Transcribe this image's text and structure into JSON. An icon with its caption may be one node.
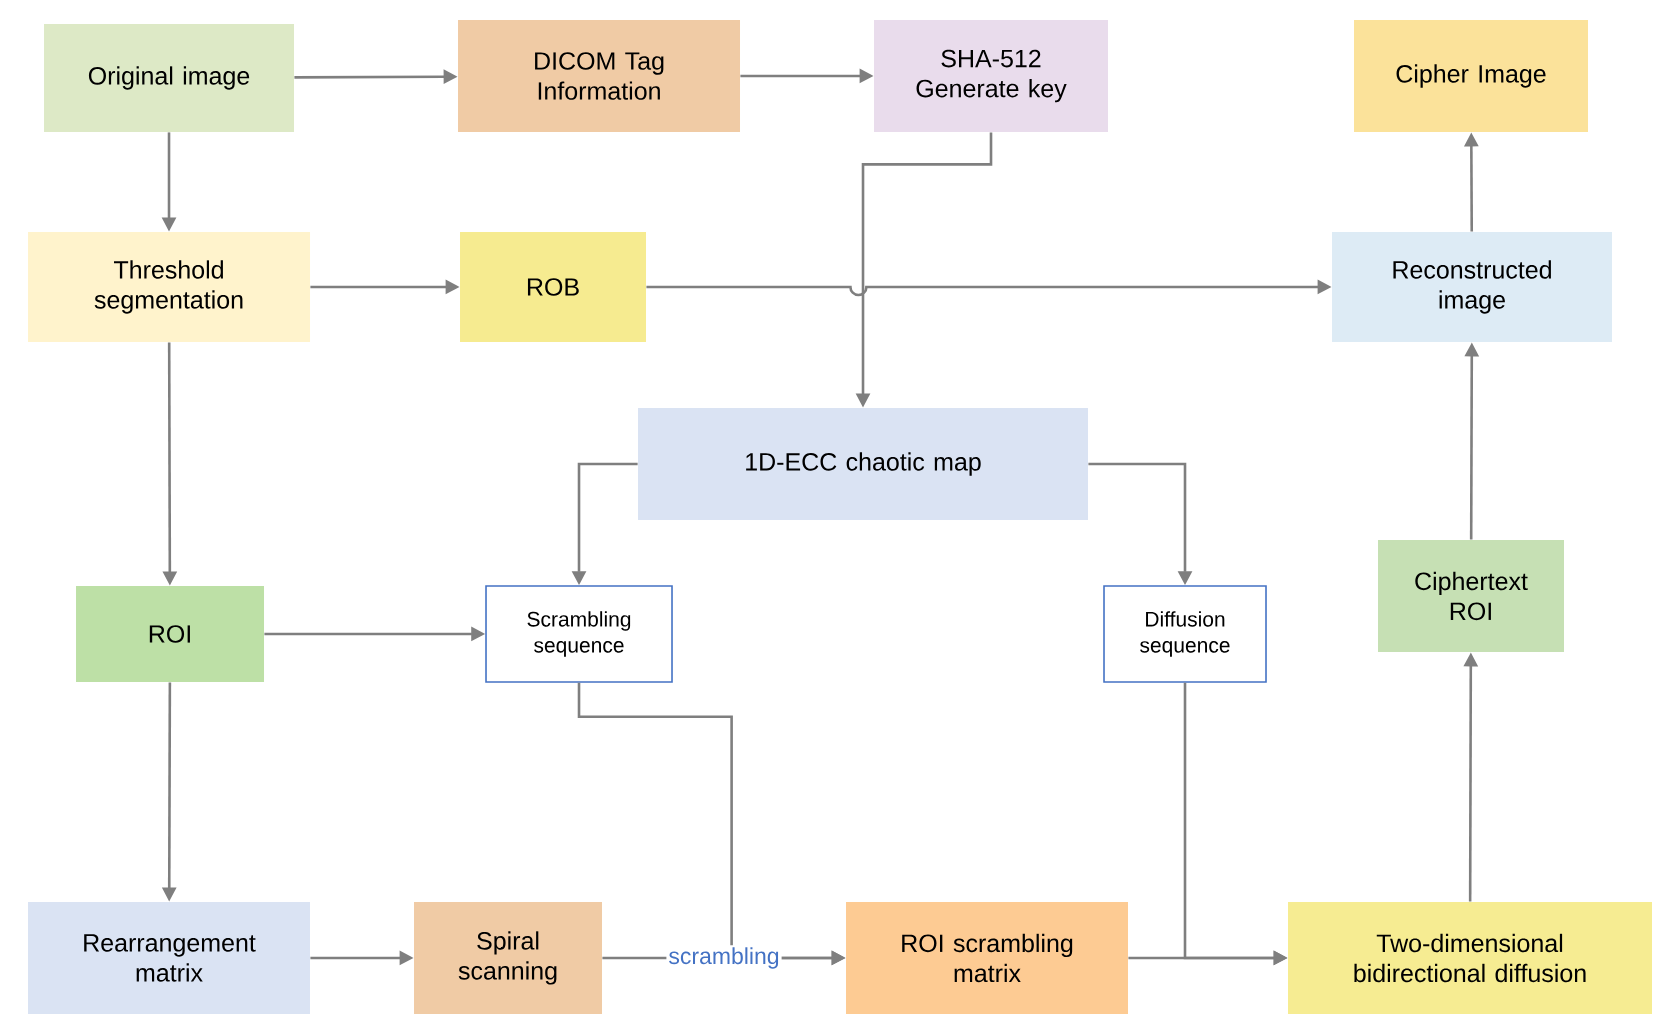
{
  "diagram": {
    "nodes": [
      {
        "text": [
          "Original image"
        ]
      },
      {
        "text": [
          "DICOM Tag Information"
        ]
      },
      {
        "text": [
          "SHA-512 Generate key"
        ]
      },
      {
        "text": [
          "Cipher Image"
        ]
      },
      {
        "text": [
          "Threshold segmentation"
        ]
      },
      {
        "text": [
          "ROB"
        ]
      },
      {
        "text": [
          "Reconstructed image"
        ]
      },
      {
        "text": [
          "1D-ECC chaotic map"
        ]
      },
      {
        "text": [
          "Scrambling sequence"
        ]
      },
      {
        "text": [
          "Diffusion sequence"
        ]
      },
      {
        "text": [
          "Ciphertext ROI"
        ]
      },
      {
        "text": [
          "ROI"
        ]
      },
      {
        "text": [
          "Rearrangement matrix"
        ]
      },
      {
        "text": [
          "Spiral scanning"
        ]
      },
      {
        "text": [
          "ROI scrambling matrix"
        ]
      },
      {
        "text": [
          "Two-dimensional bidirectional diffusion"
        ]
      }
    ],
    "edges": [
      {
        "from": 0,
        "to": 1,
        "arrow": "to"
      },
      {
        "from": 1,
        "to": 2,
        "arrow": "to"
      },
      {
        "from": 0,
        "to": 4,
        "arrow": "to"
      },
      {
        "from": 4,
        "to": 5,
        "arrow": "to"
      },
      {
        "from": 5,
        "to": 6,
        "arrow": "to"
      },
      {
        "from": 2,
        "to": 7,
        "arrow": "to"
      },
      {
        "from": 4,
        "to": 11,
        "arrow": "to"
      },
      {
        "from": 11,
        "to": 8,
        "arrow": "to"
      },
      {
        "from": 7,
        "to": 8,
        "arrow": "to"
      },
      {
        "from": 7,
        "to": 9,
        "arrow": "to"
      },
      {
        "from": 11,
        "to": 12,
        "arrow": "to"
      },
      {
        "from": 12,
        "to": 13,
        "arrow": "to"
      },
      {
        "from": 13,
        "to": 14,
        "label": "scrambling",
        "arrow": "to"
      },
      {
        "from": 8,
        "to": 14,
        "arrow": "to"
      },
      {
        "from": 14,
        "to": 15,
        "arrow": "to"
      },
      {
        "from": 9,
        "to": 15,
        "arrow": "to"
      },
      {
        "from": 15,
        "to": 10,
        "arrow": "to"
      },
      {
        "from": 10,
        "to": 6,
        "arrow": "to"
      },
      {
        "from": 6,
        "to": 3,
        "arrow": "to"
      }
    ]
  }
}
